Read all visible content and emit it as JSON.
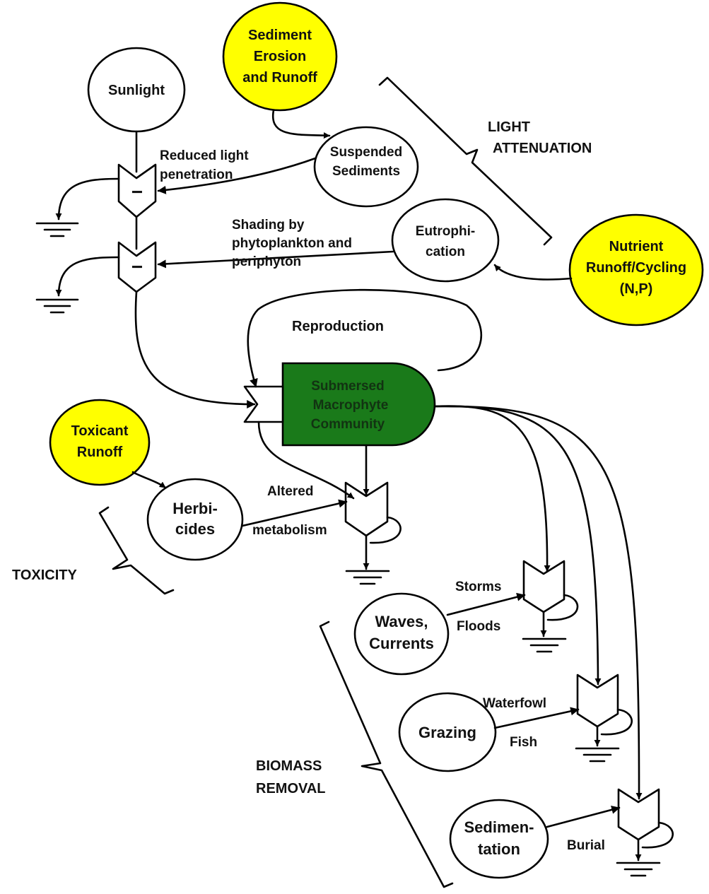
{
  "colors": {
    "source_fill": "#ffff00",
    "node_fill": "#ffffff",
    "macrophyte_fill": "#1a7a1a",
    "macrophyte_text": "#123312",
    "line": "#000000"
  },
  "nodes": {
    "sunlight": "Sunlight",
    "sediment_source": [
      "Sediment",
      "Erosion",
      "and Runoff"
    ],
    "suspended_sediments": [
      "Suspended",
      "Sediments"
    ],
    "eutrophication": [
      "Eutrophi-",
      "cation"
    ],
    "nutrient_source": [
      "Nutrient",
      "Runoff/Cycling",
      "(N,P)"
    ],
    "toxicant_source": [
      "Toxicant",
      "Runoff"
    ],
    "herbicides": [
      "Herbi-",
      "cides"
    ],
    "macrophyte": [
      "Submersed",
      "Macrophyte",
      "Community"
    ],
    "waves": [
      "Waves,",
      "Currents"
    ],
    "grazing": "Grazing",
    "sedimentation": [
      "Sedimen-",
      "tation"
    ]
  },
  "flow_labels": {
    "reduced_light": [
      "Reduced light",
      "penetration"
    ],
    "shading": [
      "Shading by",
      "phytoplankton and",
      "periphyton"
    ],
    "reproduction": "Reproduction",
    "altered_metabolism": [
      "Altered",
      "metabolism"
    ],
    "storms": "Storms",
    "floods": "Floods",
    "waterfowl": "Waterfowl",
    "fish": "Fish",
    "burial": "Burial"
  },
  "groups": {
    "light_attenuation": [
      "LIGHT",
      "ATTENUATION"
    ],
    "toxicity": "TOXICITY",
    "biomass_removal": [
      "BIOMASS",
      "REMOVAL"
    ]
  },
  "symbols": {
    "interaction_minus": "−"
  }
}
